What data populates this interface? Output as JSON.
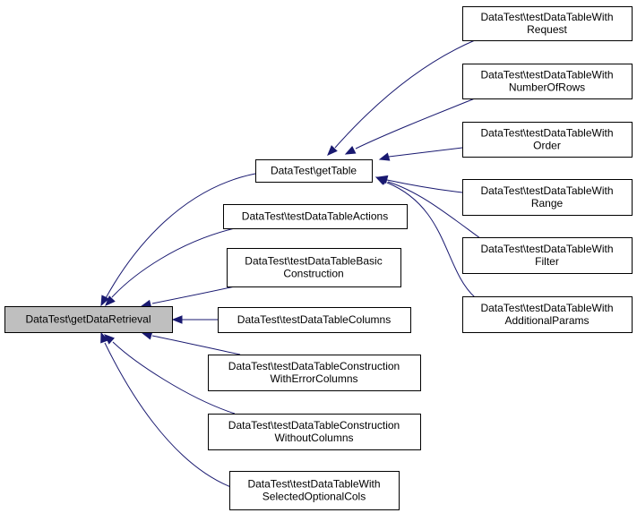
{
  "colors": {
    "edge": "#191970",
    "node_fill": "#ffffff",
    "root_fill": "#bfbfbf",
    "node_stroke": "#000000"
  },
  "nodes": [
    {
      "id": "root",
      "lines": [
        "DataTest\\getDataRetrieval"
      ],
      "highlighted": true
    },
    {
      "id": "gettable",
      "lines": [
        "DataTest\\getTable"
      ]
    },
    {
      "id": "actions",
      "lines": [
        "DataTest\\testDataTableActions"
      ]
    },
    {
      "id": "basic",
      "lines": [
        "DataTest\\testDataTableBasic",
        "Construction"
      ]
    },
    {
      "id": "columns",
      "lines": [
        "DataTest\\testDataTableColumns"
      ]
    },
    {
      "id": "errcols",
      "lines": [
        "DataTest\\testDataTableConstruction",
        "WithErrorColumns"
      ]
    },
    {
      "id": "withoutcols",
      "lines": [
        "DataTest\\testDataTableConstruction",
        "WithoutColumns"
      ]
    },
    {
      "id": "selected",
      "lines": [
        "DataTest\\testDataTableWith",
        "SelectedOptionalCols"
      ]
    },
    {
      "id": "request",
      "lines": [
        "DataTest\\testDataTableWith",
        "Request"
      ]
    },
    {
      "id": "numrows",
      "lines": [
        "DataTest\\testDataTableWith",
        "NumberOfRows"
      ]
    },
    {
      "id": "order",
      "lines": [
        "DataTest\\testDataTableWith",
        "Order"
      ]
    },
    {
      "id": "range",
      "lines": [
        "DataTest\\testDataTableWith",
        "Range"
      ]
    },
    {
      "id": "filter",
      "lines": [
        "DataTest\\testDataTableWith",
        "Filter"
      ]
    },
    {
      "id": "addparams",
      "lines": [
        "DataTest\\testDataTableWith",
        "AdditionalParams"
      ]
    }
  ],
  "edges": [
    {
      "from": "gettable",
      "to": "root"
    },
    {
      "from": "actions",
      "to": "root"
    },
    {
      "from": "basic",
      "to": "root"
    },
    {
      "from": "columns",
      "to": "root"
    },
    {
      "from": "errcols",
      "to": "root"
    },
    {
      "from": "withoutcols",
      "to": "root"
    },
    {
      "from": "selected",
      "to": "root"
    },
    {
      "from": "request",
      "to": "gettable"
    },
    {
      "from": "numrows",
      "to": "gettable"
    },
    {
      "from": "order",
      "to": "gettable"
    },
    {
      "from": "range",
      "to": "gettable"
    },
    {
      "from": "filter",
      "to": "gettable"
    },
    {
      "from": "addparams",
      "to": "gettable"
    }
  ]
}
